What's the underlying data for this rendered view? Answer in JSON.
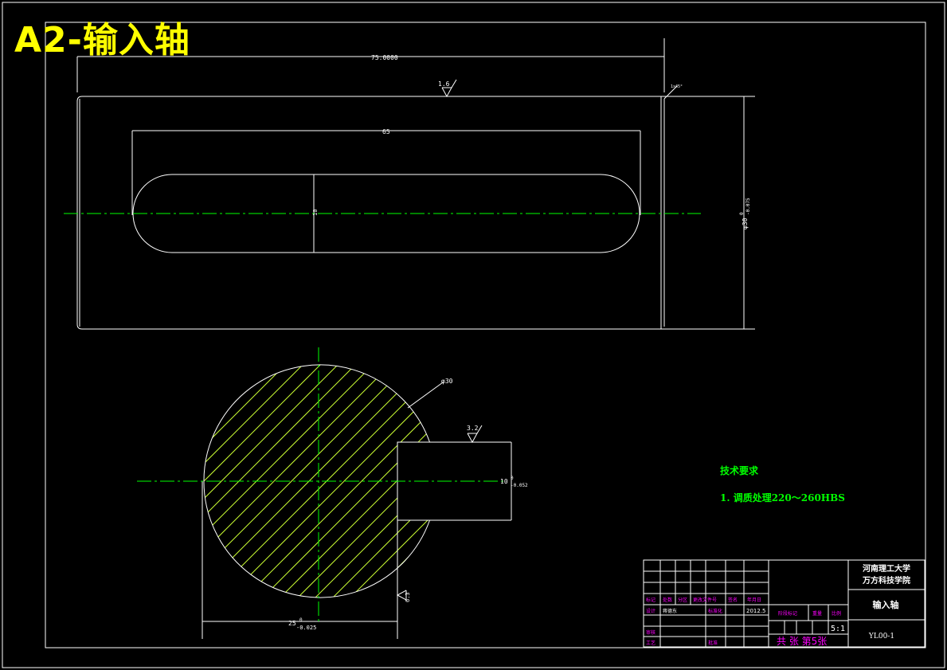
{
  "sheet_title": "A2-输入轴",
  "colors": {
    "background": "#000000",
    "line": "#ffffff",
    "centerline": "#00ff00",
    "hatch": "#ccff33",
    "title_text": "#ffff00",
    "notes_text": "#00ff00",
    "table_label": "#ff00ff"
  },
  "front_view": {
    "dim_length": "75.0000",
    "dim_slot": "65",
    "roughness": "1.6",
    "chamfer": "1x45°",
    "key_depth": "10",
    "diameter_base": "φ30",
    "diameter_tol_upper": "0",
    "diameter_tol_lower": "-0.075"
  },
  "section_view": {
    "diameter": "φ30",
    "roughness_key": "3.2",
    "roughness_side": "6.3",
    "key_width_base": "10",
    "key_width_tol_upper": "0",
    "key_width_tol_lower": "-0.052",
    "depth_base": "25",
    "depth_tol_upper": "0",
    "depth_tol_lower": "-0.025"
  },
  "notes": {
    "heading": "技术要求",
    "item1": "1. 调质处理220～260HBS"
  },
  "title_block": {
    "school_line1": "河南理工大学",
    "school_line2": "万方科技学院",
    "part_name": "输入轴",
    "drawing_no": "YL00-1",
    "scale": "5:1",
    "sheets": "共  张  第5张",
    "hdr_mark": "标记",
    "hdr_count": "处数",
    "hdr_zone": "分区",
    "hdr_doc": "更改文件号",
    "hdr_sign": "签名",
    "hdr_date": "年月日",
    "row_design": "设计",
    "designer": "蒋德东",
    "row_std": "标准化",
    "date": "2012.5",
    "row_review": "审核",
    "row_process": "工艺",
    "row_approve": "批准",
    "lbl_stage": "阶段标记",
    "lbl_weight": "重量",
    "lbl_scale": "比例"
  }
}
